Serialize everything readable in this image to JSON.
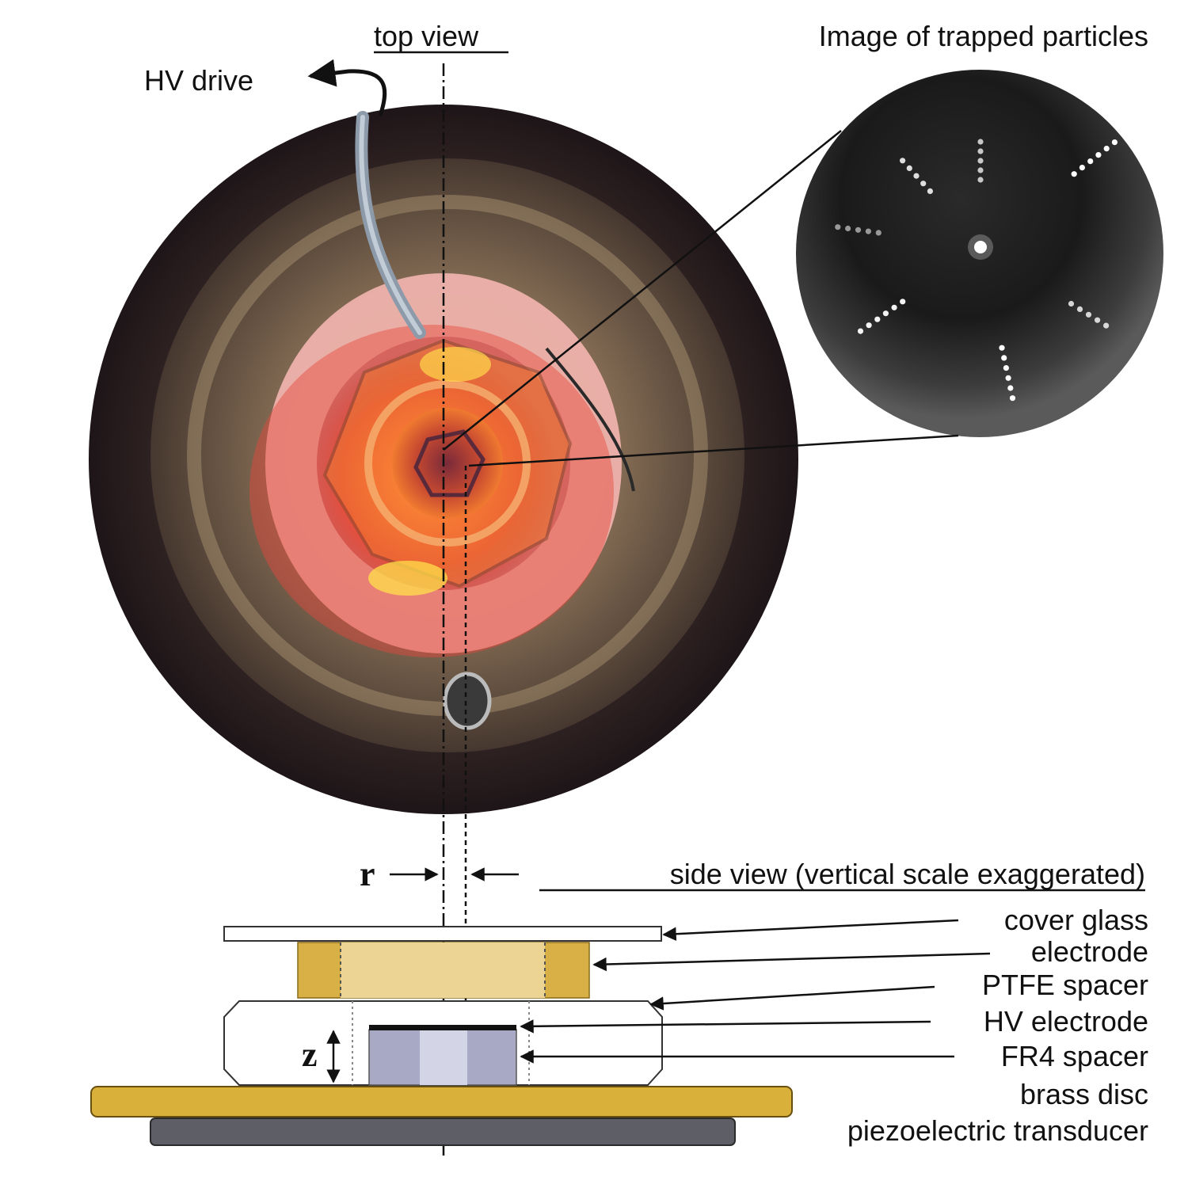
{
  "labels": {
    "top_view": "top view",
    "image_title": "Image of trapped particles",
    "hv_drive": "HV drive",
    "side_view": "side view (vertical scale exaggerated)",
    "r": "r",
    "z": "z"
  },
  "side_labels": [
    "cover glass",
    "electrode",
    "PTFE spacer",
    "HV electrode",
    "FR4 spacer",
    "brass disc",
    "piezoelectric transducer"
  ],
  "colors": {
    "electrode": "#d9b045",
    "electrode_inner": "#ecd594",
    "brass": "#d8b03a",
    "piezo": "#5e5f66",
    "fr4": "#a8a9c4",
    "fr4_inner": "#d3d4e6",
    "ptfe": "#ffffff",
    "photo_dark": "#2a1c1e",
    "glow": "#ff5a2a"
  }
}
